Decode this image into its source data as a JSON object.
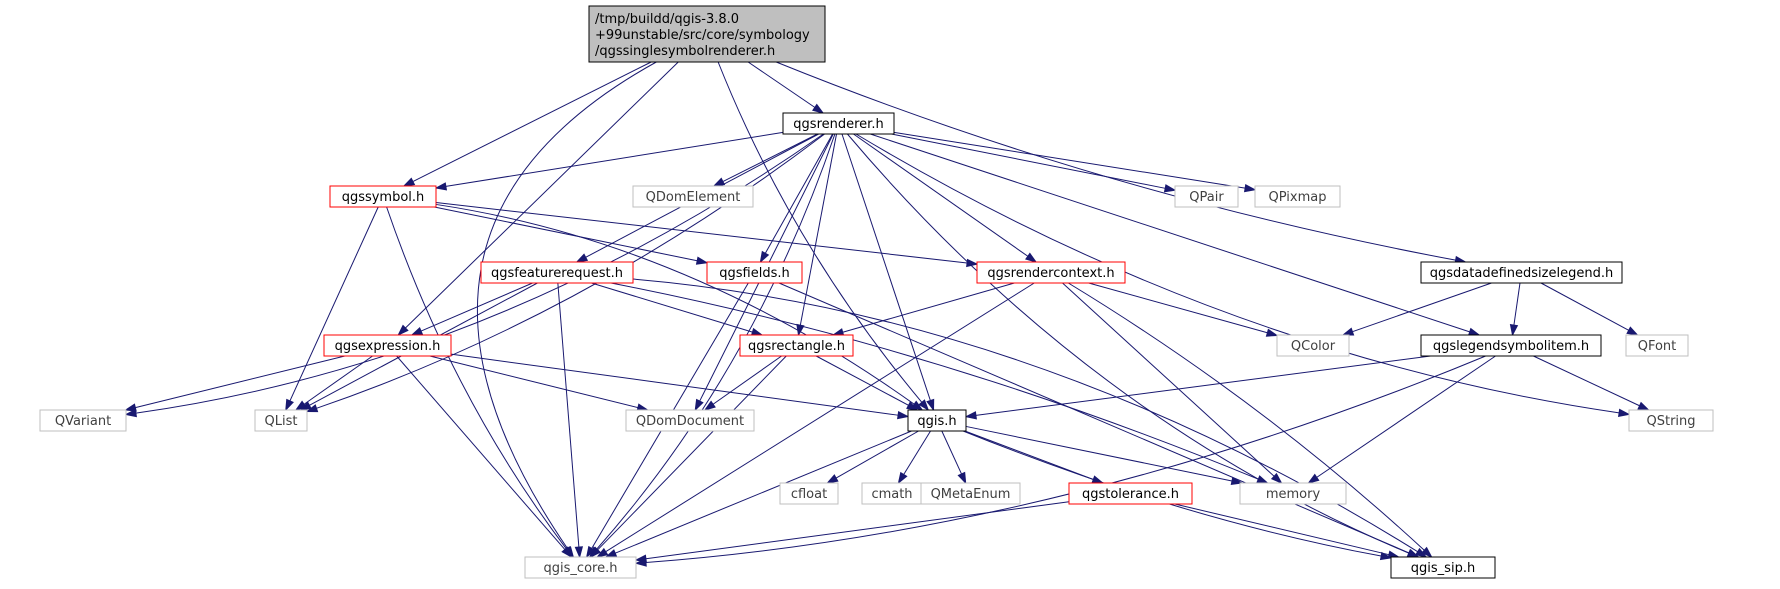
{
  "colors": {
    "edge": "#191970",
    "root_fill": "#bfbfbf",
    "documented_border": "#000000",
    "truncated_border": "#ff0000",
    "external_border": "#bfbfbf",
    "external_text": "#404040"
  },
  "nodes": {
    "root": {
      "label_lines": [
        "/tmp/buildd/qgis-3.8.0",
        "+99unstable/src/core/symbology",
        "/qgssinglesymbolrenderer.h"
      ],
      "kind": "root"
    },
    "qgsrenderer": {
      "label": "qgsrenderer.h",
      "kind": "documented"
    },
    "qgssymbol": {
      "label": "qgssymbol.h",
      "kind": "truncated"
    },
    "QDomElement": {
      "label": "QDomElement",
      "kind": "external"
    },
    "QPair": {
      "label": "QPair",
      "kind": "external"
    },
    "QPixmap": {
      "label": "QPixmap",
      "kind": "external"
    },
    "qgsfeaturerequest": {
      "label": "qgsfeaturerequest.h",
      "kind": "truncated"
    },
    "qgsfields": {
      "label": "qgsfields.h",
      "kind": "truncated"
    },
    "qgsrendercontext": {
      "label": "qgsrendercontext.h",
      "kind": "truncated"
    },
    "qgsdatadefinedsizelegend": {
      "label": "qgsdatadefinedsizelegend.h",
      "kind": "documented"
    },
    "qgsexpression": {
      "label": "qgsexpression.h",
      "kind": "truncated"
    },
    "qgsrectangle": {
      "label": "qgsrectangle.h",
      "kind": "truncated"
    },
    "QColor": {
      "label": "QColor",
      "kind": "external"
    },
    "qgslegendsymbolitem": {
      "label": "qgslegendsymbolitem.h",
      "kind": "documented"
    },
    "QFont": {
      "label": "QFont",
      "kind": "external"
    },
    "QVariant": {
      "label": "QVariant",
      "kind": "external"
    },
    "QList": {
      "label": "QList",
      "kind": "external"
    },
    "QDomDocument": {
      "label": "QDomDocument",
      "kind": "external"
    },
    "qgis": {
      "label": "qgis.h",
      "kind": "documented"
    },
    "QString": {
      "label": "QString",
      "kind": "external"
    },
    "cfloat": {
      "label": "cfloat",
      "kind": "external"
    },
    "cmath": {
      "label": "cmath",
      "kind": "external"
    },
    "QMetaEnum": {
      "label": "QMetaEnum",
      "kind": "external"
    },
    "qgstolerance": {
      "label": "qgstolerance.h",
      "kind": "truncated"
    },
    "memory": {
      "label": "memory",
      "kind": "external"
    },
    "qgis_core": {
      "label": "qgis_core.h",
      "kind": "external"
    },
    "qgis_sip": {
      "label": "qgis_sip.h",
      "kind": "documented"
    }
  },
  "edges": [
    [
      "root",
      "qgsrenderer"
    ],
    [
      "root",
      "qgssymbol"
    ],
    [
      "root",
      "qgsexpression"
    ],
    [
      "root",
      "qgis_core"
    ],
    [
      "root",
      "qgsdatadefinedsizelegend"
    ],
    [
      "root",
      "qgis"
    ],
    [
      "qgsrenderer",
      "qgssymbol"
    ],
    [
      "qgsrenderer",
      "QDomElement"
    ],
    [
      "qgsrenderer",
      "QPair"
    ],
    [
      "qgsrenderer",
      "QPixmap"
    ],
    [
      "qgsrenderer",
      "qgsfeaturerequest"
    ],
    [
      "qgsrenderer",
      "qgsfields"
    ],
    [
      "qgsrenderer",
      "qgsrendercontext"
    ],
    [
      "qgsrenderer",
      "qgslegendsymbolitem"
    ],
    [
      "qgsrenderer",
      "QString"
    ],
    [
      "qgsrenderer",
      "qgis_sip"
    ],
    [
      "qgsrenderer",
      "QVariant"
    ],
    [
      "qgsrenderer",
      "QList"
    ],
    [
      "qgsrenderer",
      "qgis_core"
    ],
    [
      "qgsrenderer",
      "QDomDocument"
    ],
    [
      "qgsrenderer",
      "qgsrectangle"
    ],
    [
      "qgsrenderer",
      "qgis"
    ],
    [
      "qgssymbol",
      "qgsfields"
    ],
    [
      "qgssymbol",
      "qgsrendercontext"
    ],
    [
      "qgssymbol",
      "QList"
    ],
    [
      "qgssymbol",
      "qgis_core"
    ],
    [
      "qgssymbol",
      "qgis"
    ],
    [
      "qgsfeaturerequest",
      "qgsexpression"
    ],
    [
      "qgsfeaturerequest",
      "qgsrectangle"
    ],
    [
      "qgsfeaturerequest",
      "QList"
    ],
    [
      "qgsfeaturerequest",
      "qgis_core"
    ],
    [
      "qgsfeaturerequest",
      "memory"
    ],
    [
      "qgsfeaturerequest",
      "qgis_sip"
    ],
    [
      "qgsfields",
      "qgis_core"
    ],
    [
      "qgsfields",
      "qgis_sip"
    ],
    [
      "qgsrendercontext",
      "qgsrectangle"
    ],
    [
      "qgsrendercontext",
      "QColor"
    ],
    [
      "qgsrendercontext",
      "qgis_core"
    ],
    [
      "qgsrendercontext",
      "memory"
    ],
    [
      "qgsrendercontext",
      "qgis_sip"
    ],
    [
      "qgsdatadefinedsizelegend",
      "qgslegendsymbolitem"
    ],
    [
      "qgsdatadefinedsizelegend",
      "QColor"
    ],
    [
      "qgsdatadefinedsizelegend",
      "QFont"
    ],
    [
      "qgsexpression",
      "QVariant"
    ],
    [
      "qgsexpression",
      "QList"
    ],
    [
      "qgsexpression",
      "QDomDocument"
    ],
    [
      "qgsexpression",
      "qgis"
    ],
    [
      "qgsexpression",
      "qgis_core"
    ],
    [
      "qgsrectangle",
      "QDomDocument"
    ],
    [
      "qgsrectangle",
      "qgis"
    ],
    [
      "qgsrectangle",
      "qgis_core"
    ],
    [
      "qgslegendsymbolitem",
      "qgis"
    ],
    [
      "qgslegendsymbolitem",
      "QString"
    ],
    [
      "qgslegendsymbolitem",
      "memory"
    ],
    [
      "qgslegendsymbolitem",
      "qgis_core"
    ],
    [
      "qgis",
      "cfloat"
    ],
    [
      "qgis",
      "cmath"
    ],
    [
      "qgis",
      "QMetaEnum"
    ],
    [
      "qgis",
      "qgstolerance"
    ],
    [
      "qgis",
      "memory"
    ],
    [
      "qgis",
      "qgis_core"
    ],
    [
      "qgis",
      "qgis_sip"
    ],
    [
      "qgstolerance",
      "qgis_core"
    ],
    [
      "qgstolerance",
      "qgis_sip"
    ]
  ]
}
